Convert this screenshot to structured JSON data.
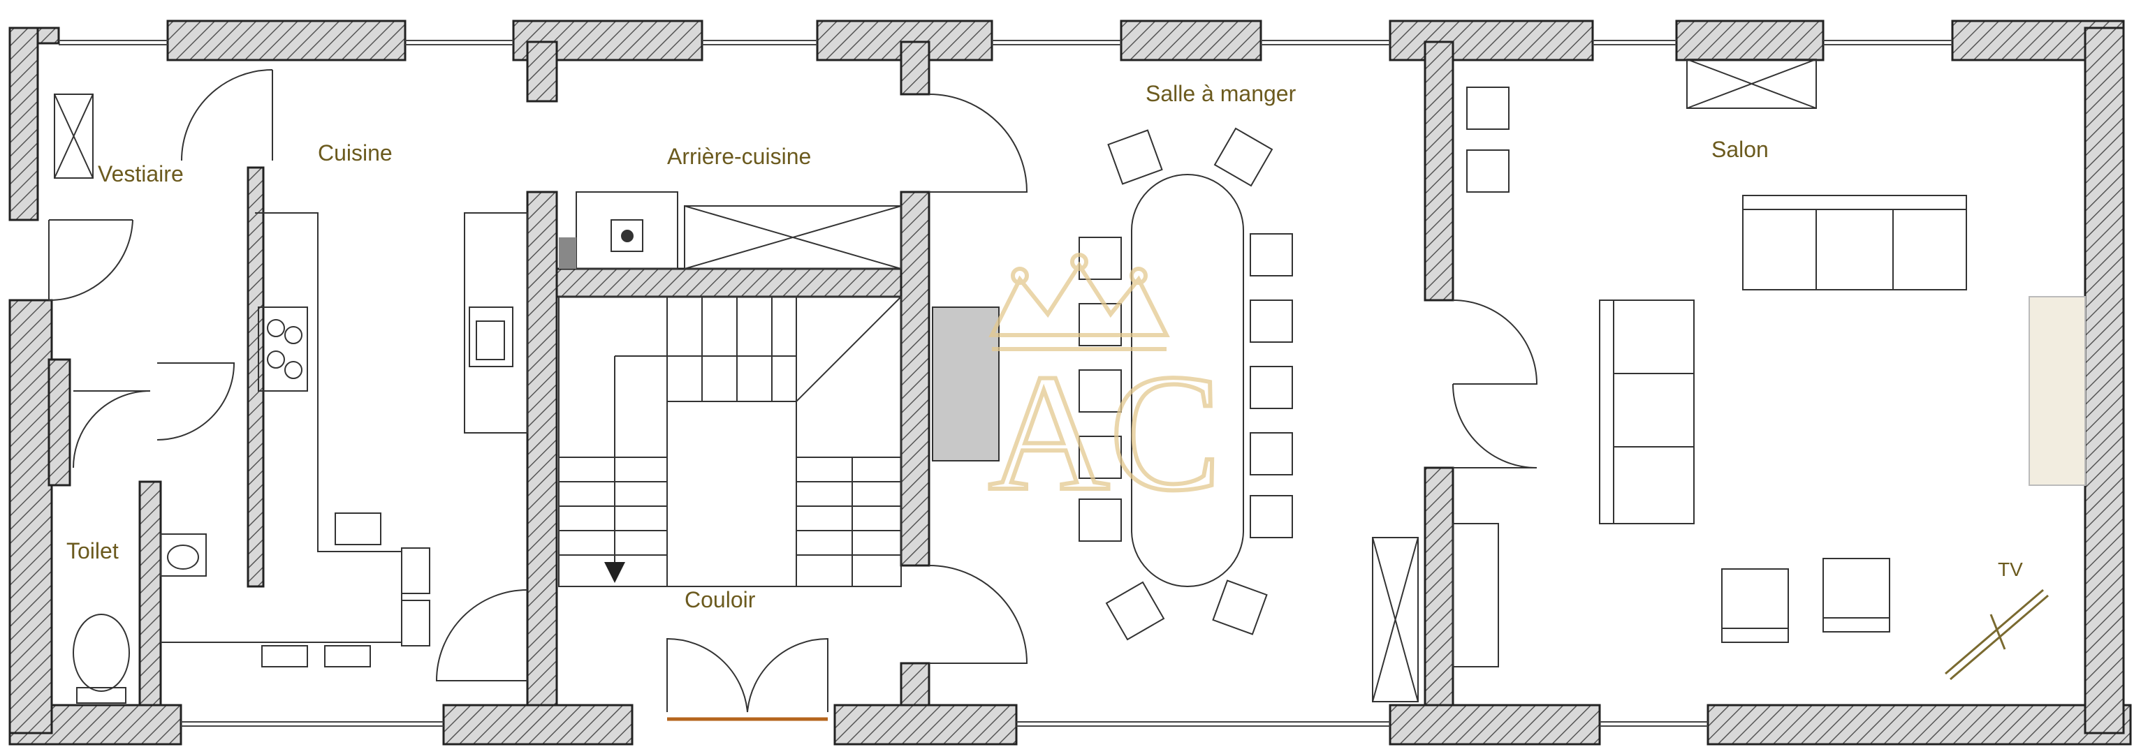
{
  "rooms": {
    "vestiaire": "Vestiaire",
    "cuisine": "Cuisine",
    "arriere_cuisine": "Arrière-cuisine",
    "salle_a_manger": "Salle à manger",
    "salon": "Salon",
    "toilet": "Toilet",
    "couloir": "Couloir"
  },
  "labels": {
    "tv": "TV"
  },
  "watermark": {
    "monogram": "AC",
    "icon": "crown-logo-icon"
  },
  "colors": {
    "wall_fill": "#d9d9d9",
    "wall_stroke": "#222222",
    "label_text": "#6b5a1e",
    "fireplace": "#c8c8c8",
    "watermark": "#e3c98f",
    "entrance_threshold": "#b5651d"
  }
}
